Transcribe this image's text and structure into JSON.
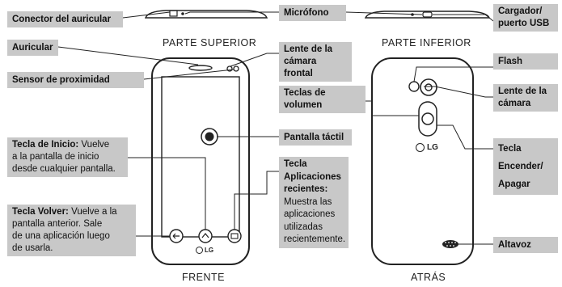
{
  "captions": {
    "top": "PARTE SUPERIOR",
    "bottom": "PARTE INFERIOR",
    "front": "FRENTE",
    "back": "ATRÁS"
  },
  "labels": {
    "headset_jack": "Conector del auricular",
    "microphone": "Micrófono",
    "charger_line1": "Cargador/",
    "charger_line2": "puerto USB",
    "earpiece": "Auricular",
    "front_camera_line1": "Lente de la",
    "front_camera_line2": "cámara frontal",
    "flash": "Flash",
    "proximity": "Sensor de proximidad",
    "volume_line1": "Teclas de",
    "volume_line2": "volumen",
    "camera_lens_line1": "Lente de la",
    "camera_lens_line2": "cámara",
    "home_key_title": "Tecla de Inicio:",
    "home_key_desc1": " Vuelve",
    "home_key_desc2": "a la pantalla de inicio",
    "home_key_desc3": "desde cualquier pantalla.",
    "touchscreen": "Pantalla táctil",
    "power_line1": "Tecla",
    "power_line2": "Encender/",
    "power_line3": "Apagar",
    "recent_title1": "Tecla",
    "recent_title2": "Aplicaciones",
    "recent_title3": "recientes:",
    "recent_desc1": "Muestra las",
    "recent_desc2": "aplicaciones",
    "recent_desc3": "utilizadas",
    "recent_desc4": "recientemente.",
    "back_key_title": "Tecla Volver:",
    "back_key_desc1": " Vuelve a la",
    "back_key_desc2": "pantalla anterior. Sale",
    "back_key_desc3": "de una aplicación luego",
    "back_key_desc4": "de usarla.",
    "speaker": "Altavoz"
  },
  "logo": {
    "front": "LG",
    "back": "LG"
  }
}
